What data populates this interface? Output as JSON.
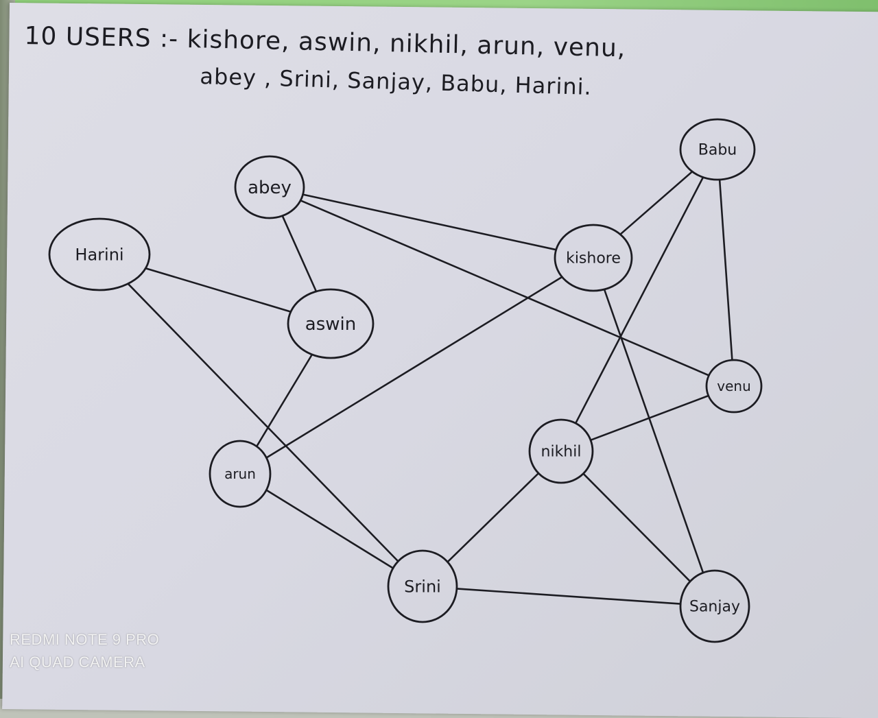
{
  "title": {
    "line1": "10 USERS :- kishore, aswin, nikhil, arun, venu,",
    "line2": "abey , Srini, Sanjay, Babu, Harini."
  },
  "nodes": [
    {
      "id": "babu",
      "label": "Babu"
    },
    {
      "id": "abey",
      "label": "abey"
    },
    {
      "id": "harini",
      "label": "Harini"
    },
    {
      "id": "kishore",
      "label": "kishore"
    },
    {
      "id": "aswin",
      "label": "aswin"
    },
    {
      "id": "venu",
      "label": "venu"
    },
    {
      "id": "nikhil",
      "label": "nikhil"
    },
    {
      "id": "arun",
      "label": "arun"
    },
    {
      "id": "srini",
      "label": "Srini"
    },
    {
      "id": "sanjay",
      "label": "Sanjay"
    }
  ],
  "edges": [
    [
      "abey",
      "kishore"
    ],
    [
      "abey",
      "venu"
    ],
    [
      "abey",
      "aswin"
    ],
    [
      "harini",
      "aswin"
    ],
    [
      "harini",
      "srini"
    ],
    [
      "aswin",
      "arun"
    ],
    [
      "kishore",
      "arun"
    ],
    [
      "kishore",
      "babu"
    ],
    [
      "kishore",
      "sanjay"
    ],
    [
      "babu",
      "venu"
    ],
    [
      "babu",
      "nikhil"
    ],
    [
      "venu",
      "nikhil"
    ],
    [
      "nikhil",
      "srini"
    ],
    [
      "nikhil",
      "sanjay"
    ],
    [
      "arun",
      "srini"
    ],
    [
      "srini",
      "sanjay"
    ]
  ],
  "watermark": {
    "line1": "REDMI NOTE 9 PRO",
    "line2": "AI QUAD CAMERA"
  },
  "colors": {
    "ink": "#1c1c22",
    "board": "#dcdce4",
    "wall": "#8fcf7a"
  }
}
